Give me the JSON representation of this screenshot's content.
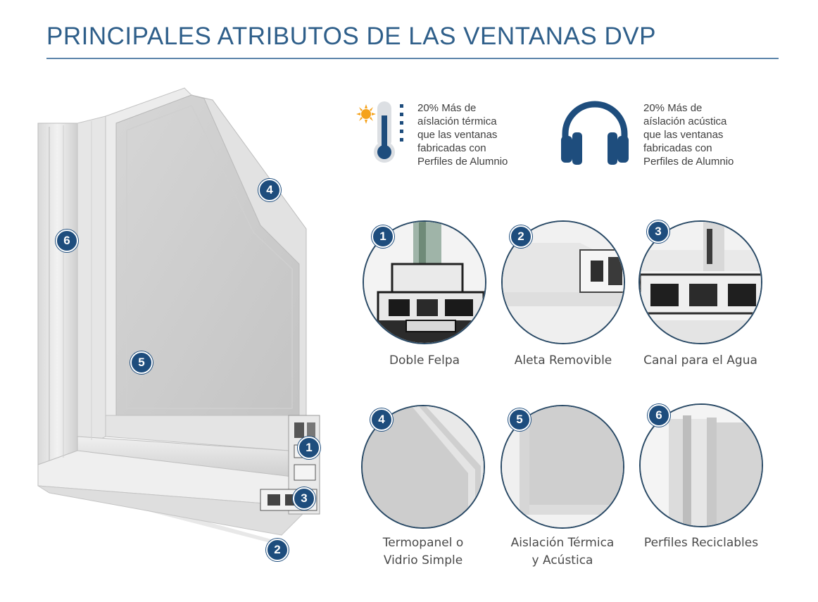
{
  "title": "PRINCIPALES ATRIBUTOS DE LAS VENTANAS DVP",
  "features": [
    {
      "icon": "thermometer-sun-icon",
      "lines": [
        "20% Más de",
        "aíslación térmica",
        "que las ventanas",
        "fabricadas con",
        "Perfiles de Alumnio"
      ]
    },
    {
      "icon": "headphones-icon",
      "lines": [
        "20% Más de",
        "aíslación acústica",
        "que las ventanas",
        "fabricadas con",
        "Perfiles de Alumnio"
      ]
    }
  ],
  "main_callouts": [
    "1",
    "2",
    "3",
    "4",
    "5",
    "6"
  ],
  "attributes": [
    {
      "number": "1",
      "caption_lines": [
        "Doble Felpa"
      ]
    },
    {
      "number": "2",
      "caption_lines": [
        "Aleta Removible"
      ]
    },
    {
      "number": "3",
      "caption_lines": [
        "Canal para el Agua"
      ]
    },
    {
      "number": "4",
      "caption_lines": [
        "Termopanel o",
        "Vidrio Simple"
      ]
    },
    {
      "number": "5",
      "caption_lines": [
        "Aislación Térmica",
        "y Acústica"
      ]
    },
    {
      "number": "6",
      "caption_lines": [
        "Perfiles Reciclables"
      ]
    }
  ],
  "colors": {
    "title": "#2f5f8a",
    "badge": "#1e4d7d",
    "icon": "#1e4d7d",
    "sun": "#f5a21b"
  }
}
